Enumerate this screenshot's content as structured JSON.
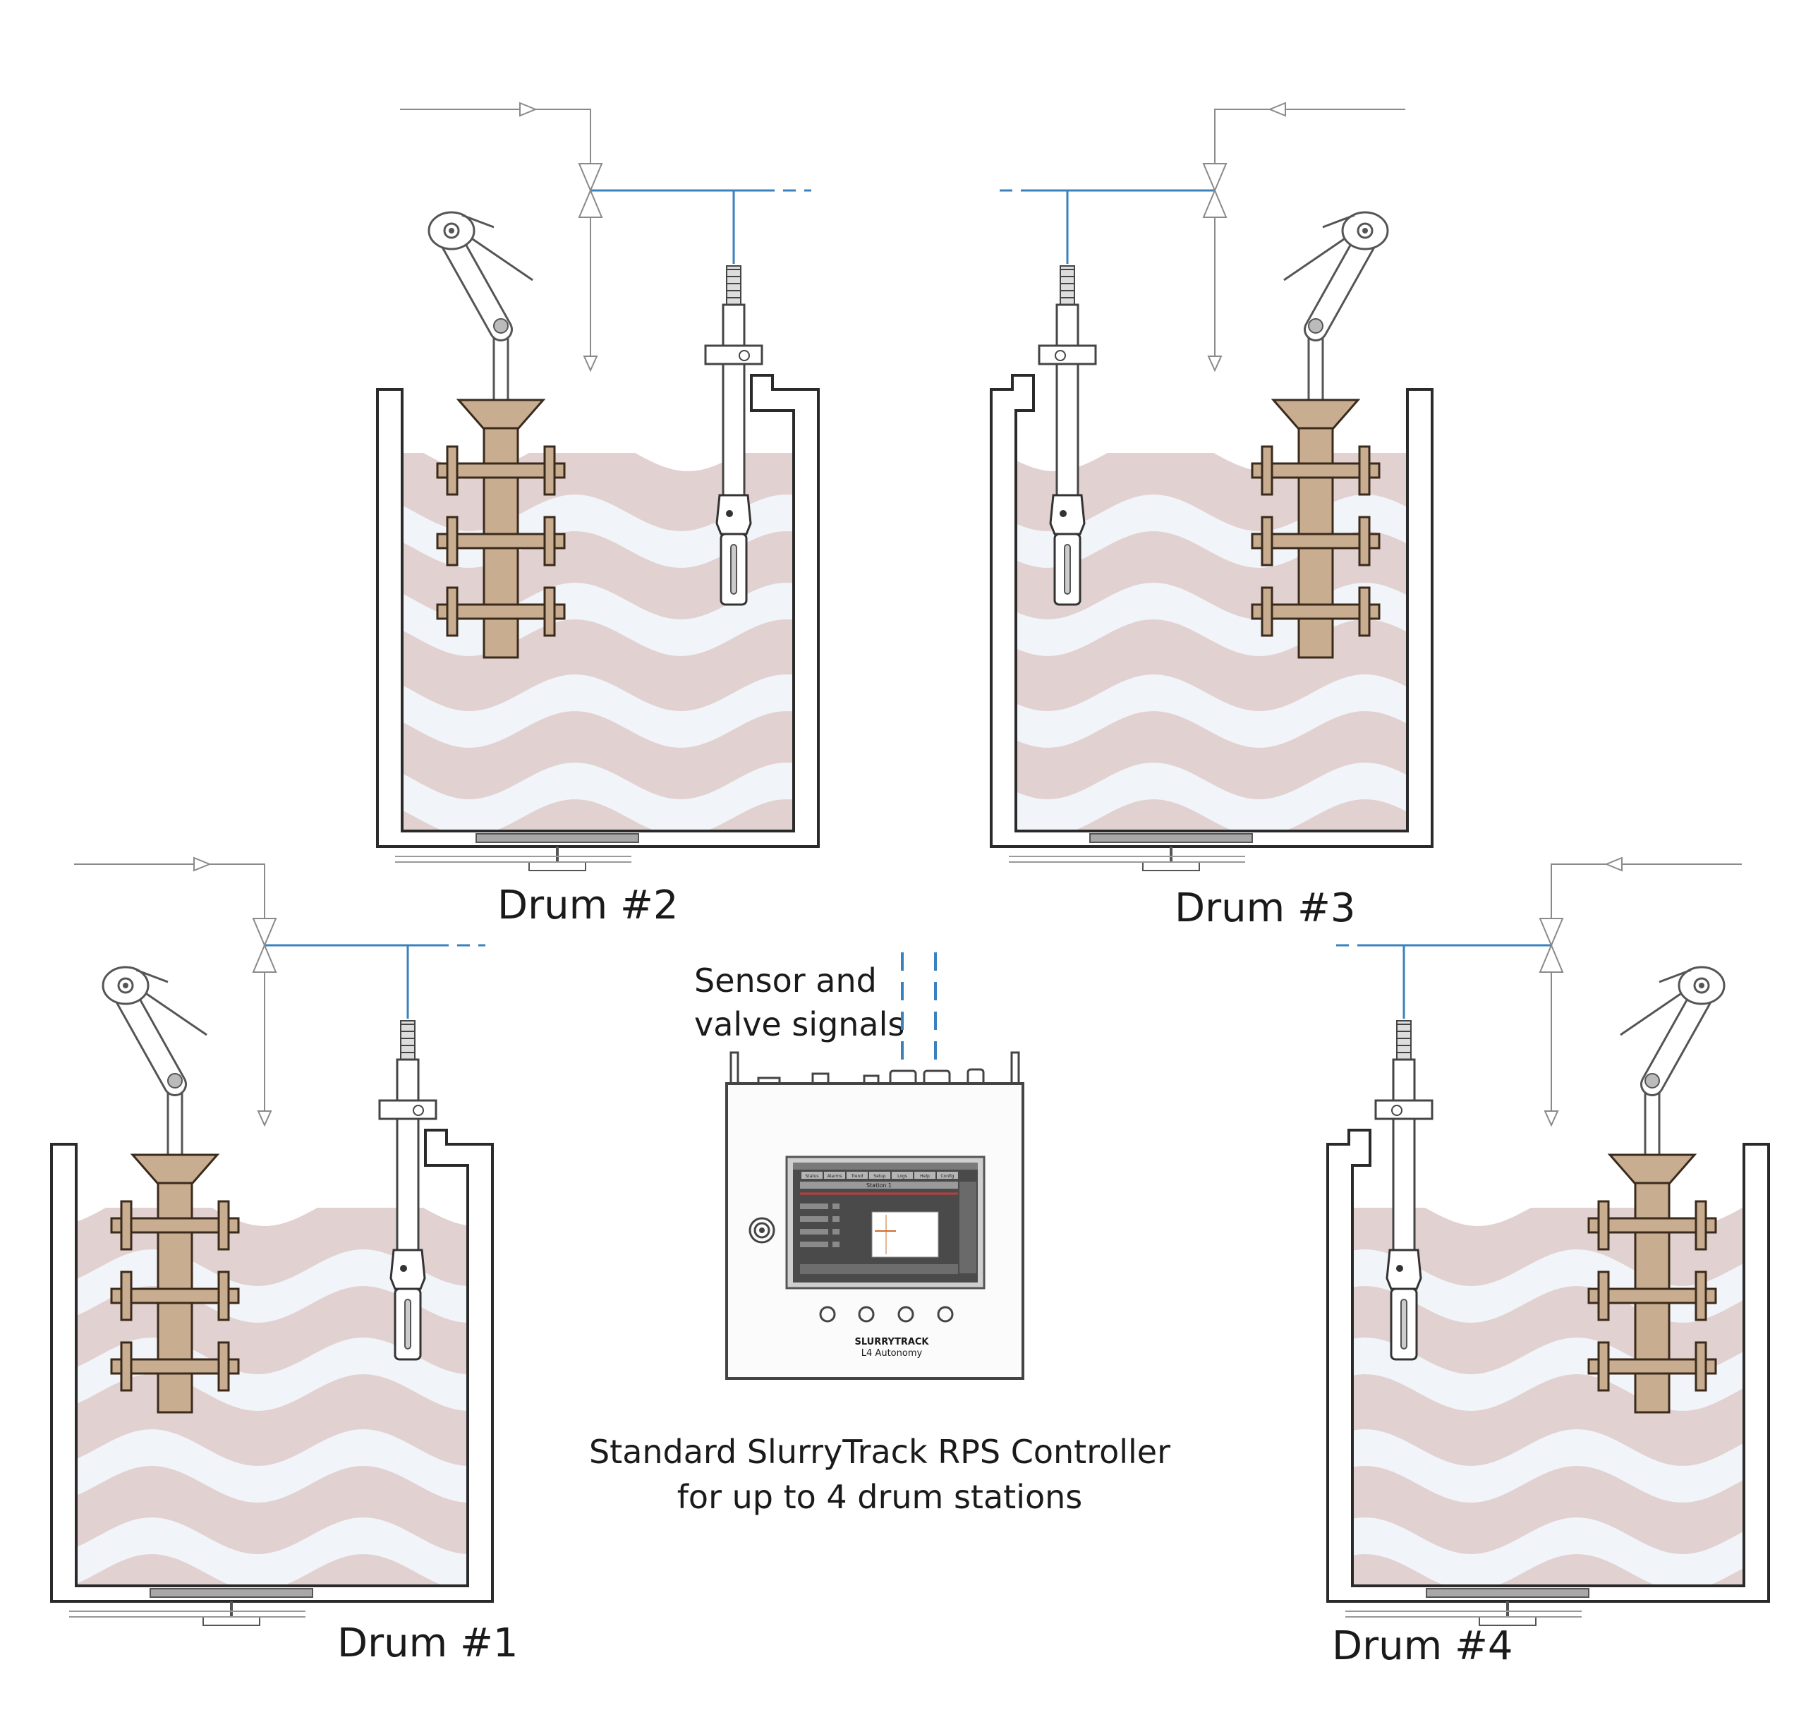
{
  "drums": [
    {
      "id": "drum-1",
      "label": "Drum #1"
    },
    {
      "id": "drum-2",
      "label": "Drum #2"
    },
    {
      "id": "drum-3",
      "label": "Drum #3"
    },
    {
      "id": "drum-4",
      "label": "Drum #4"
    }
  ],
  "signals": {
    "line1": "Sensor and",
    "line2": "valve signals"
  },
  "controller": {
    "brand": "SLURRYTRACK",
    "model": "L4 Autonomy",
    "screen_title": "Station 1",
    "screen_tabs": [
      "Status",
      "Alarms",
      "Trend",
      "Setup",
      "Logs",
      "Help",
      "Config"
    ],
    "caption_line1": "Standard SlurryTrack RPS Controller",
    "caption_line2": "for up to 4 drum stations"
  },
  "colors": {
    "slurry": "#e2d1d1",
    "wave_light": "#f1f4f8",
    "agitator": "#c8ad91",
    "signal_line": "#3a82bd",
    "outline": "#2a2a2a",
    "pipe": "#8a8a8a"
  },
  "icons": [
    "mixer-arm-icon",
    "valve-icon",
    "sensor-probe-icon",
    "knob-icon"
  ]
}
